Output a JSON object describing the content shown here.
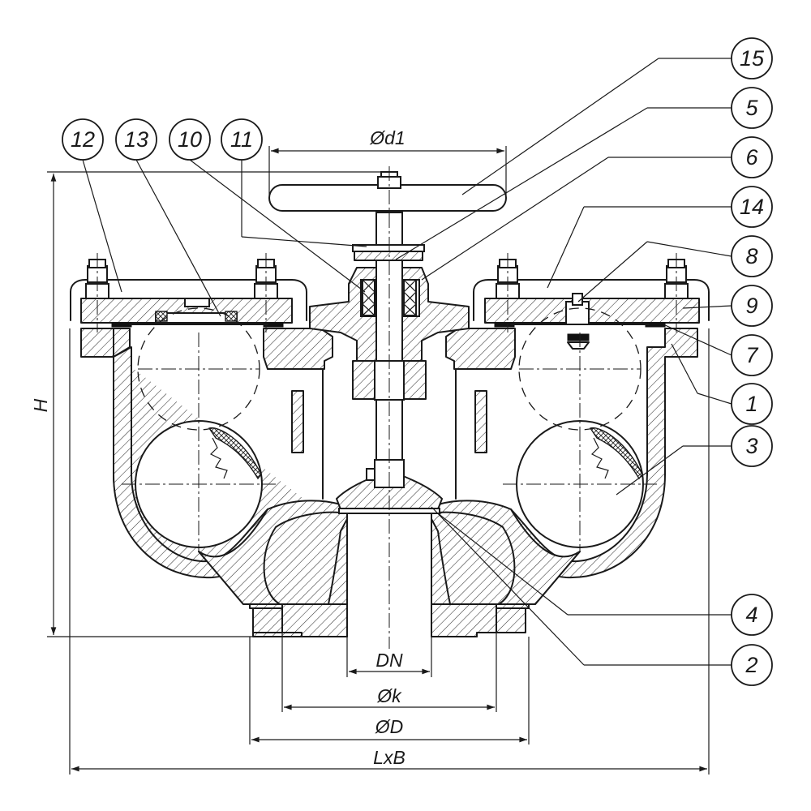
{
  "balloons": [
    "12",
    "13",
    "10",
    "11",
    "15",
    "5",
    "6",
    "14",
    "8",
    "9",
    "7",
    "1",
    "3",
    "4",
    "2"
  ],
  "dimensions": {
    "handwheel_diameter": "Ød1",
    "height": "H",
    "nominal_bore": "DN",
    "bolt_circle": "Øk",
    "flange_diameter": "ØD",
    "overall_size": "LxB"
  }
}
